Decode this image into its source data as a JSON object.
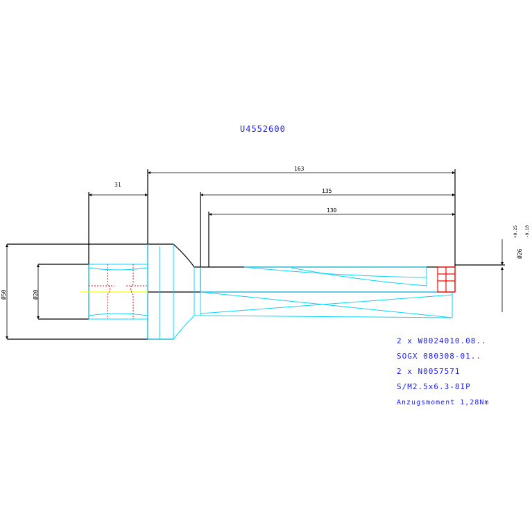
{
  "title": "U4552600",
  "dimensions": {
    "overall_length": "163",
    "length_135": "135",
    "length_130": "130",
    "shank_length": "31",
    "outer_diameter": "Ø50",
    "inner_diameter": "Ø20",
    "drill_diameter": "Ø26",
    "drill_tol_upper": "+0.25",
    "drill_tol_lower": "-0.10"
  },
  "notes": [
    "2 x W8024010.08..",
    "SOGX 080308-01..",
    "2 x N0057571",
    "S/M2.5x6.3-8IP",
    "Anzugsmoment 1,28Nm"
  ],
  "colors": {
    "outline": "#000000",
    "body": "#00d8ff",
    "insert": "#ff0000",
    "axis": "#ffff00",
    "text_blue": "#1a1aff"
  }
}
